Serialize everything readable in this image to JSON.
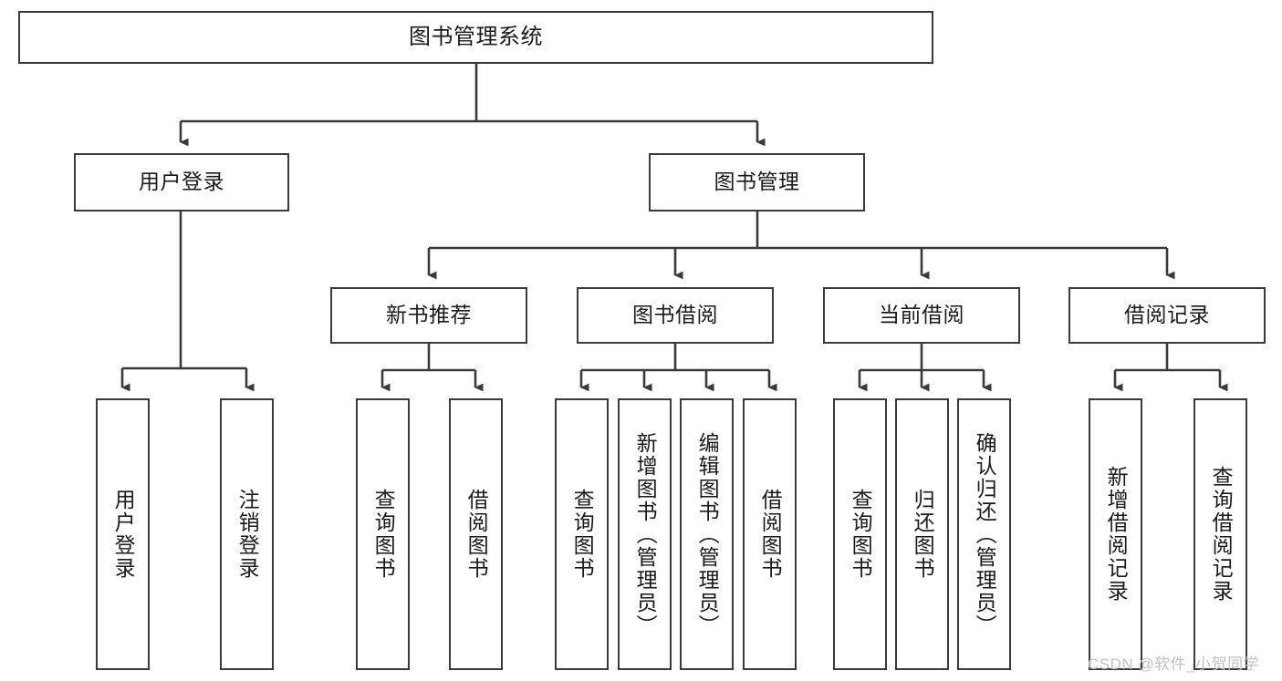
{
  "diagram": {
    "type": "tree-hierarchy",
    "title": "图书管理系统",
    "root": {
      "label": "图书管理系统"
    },
    "level2": [
      {
        "label": "用户登录"
      },
      {
        "label": "图书管理"
      }
    ],
    "level3": [
      {
        "label": "新书推荐"
      },
      {
        "label": "图书借阅"
      },
      {
        "label": "当前借阅"
      },
      {
        "label": "借阅记录"
      }
    ],
    "leaves": {
      "user_login": [
        {
          "label": "用户登录"
        },
        {
          "label": "注销登录"
        }
      ],
      "new_book_recommend": [
        {
          "label": "查询图书"
        },
        {
          "label": "借阅图书"
        }
      ],
      "book_borrow": [
        {
          "label": "查询图书"
        },
        {
          "label": "新增图书（管理员）"
        },
        {
          "label": "编辑图书（管理员）"
        },
        {
          "label": "借阅图书"
        }
      ],
      "current_borrow": [
        {
          "label": "查询图书"
        },
        {
          "label": "归还图书"
        },
        {
          "label": "确认归还（管理员）"
        }
      ],
      "borrow_record": [
        {
          "label": "新增借阅记录"
        },
        {
          "label": "查询借阅记录"
        }
      ]
    }
  },
  "watermark": {
    "text": "CSDN @软件_小贺同学"
  },
  "colors": {
    "box_border": "#3a3a3a",
    "box_fill": "#ffffff",
    "line": "#3a3a3a",
    "text": "#1a1a1a",
    "watermark": "#c2c2c2"
  }
}
